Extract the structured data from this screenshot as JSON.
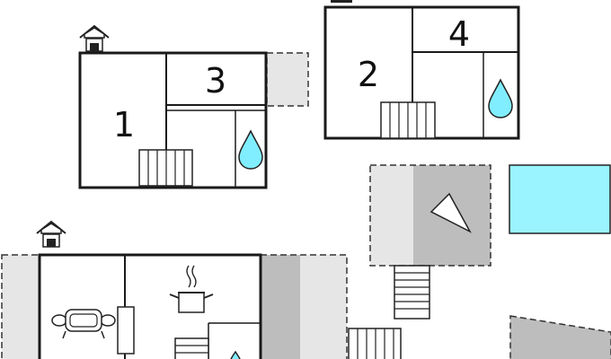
{
  "colors": {
    "wall": "#1a1a1a",
    "terrace_light": "#e6e6e6",
    "terrace_dark": "#bdbdbd",
    "pool": "#99f4ff",
    "water": "#80eeff",
    "background": "#ffffff"
  },
  "icons": {
    "house": "house-icon",
    "bath": "water-drop-icon",
    "radiator": "radiator-icon",
    "stairs": "stairs-icon",
    "sofa": "sofa-icon",
    "pot": "cooking-pot-icon",
    "parasol": "parasol-icon"
  },
  "rooms": {
    "room1": "1",
    "room2": "2",
    "room3": "3",
    "room4": "4"
  }
}
